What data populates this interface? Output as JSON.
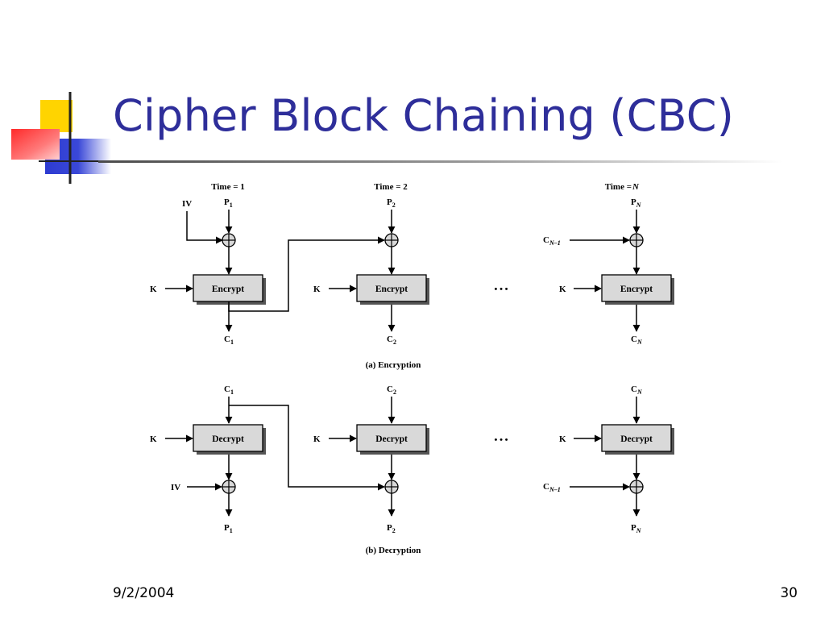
{
  "slide": {
    "title": "Cipher Block Chaining (CBC)",
    "date": "9/2/2004",
    "page_number": "30"
  },
  "encryption": {
    "caption": "(a) Encryption",
    "time_labels": [
      "Time = 1",
      "Time = 2",
      "Time = "
    ],
    "time_n": "N",
    "iv": "IV",
    "key": "K",
    "box_label": "Encrypt",
    "c_prev_base": "C",
    "c_prev_sub": "N–1",
    "p_base": "P",
    "c_base": "C",
    "subs": [
      "1",
      "2",
      "N"
    ],
    "ellipsis": "•   •   •"
  },
  "decryption": {
    "caption": "(b) Decryption",
    "iv": "IV",
    "key": "K",
    "box_label": "Decrypt",
    "c_prev_base": "C",
    "c_prev_sub": "N–1",
    "p_base": "P",
    "c_base": "C",
    "subs": [
      "1",
      "2",
      "N"
    ],
    "ellipsis": "•   •   •"
  }
}
